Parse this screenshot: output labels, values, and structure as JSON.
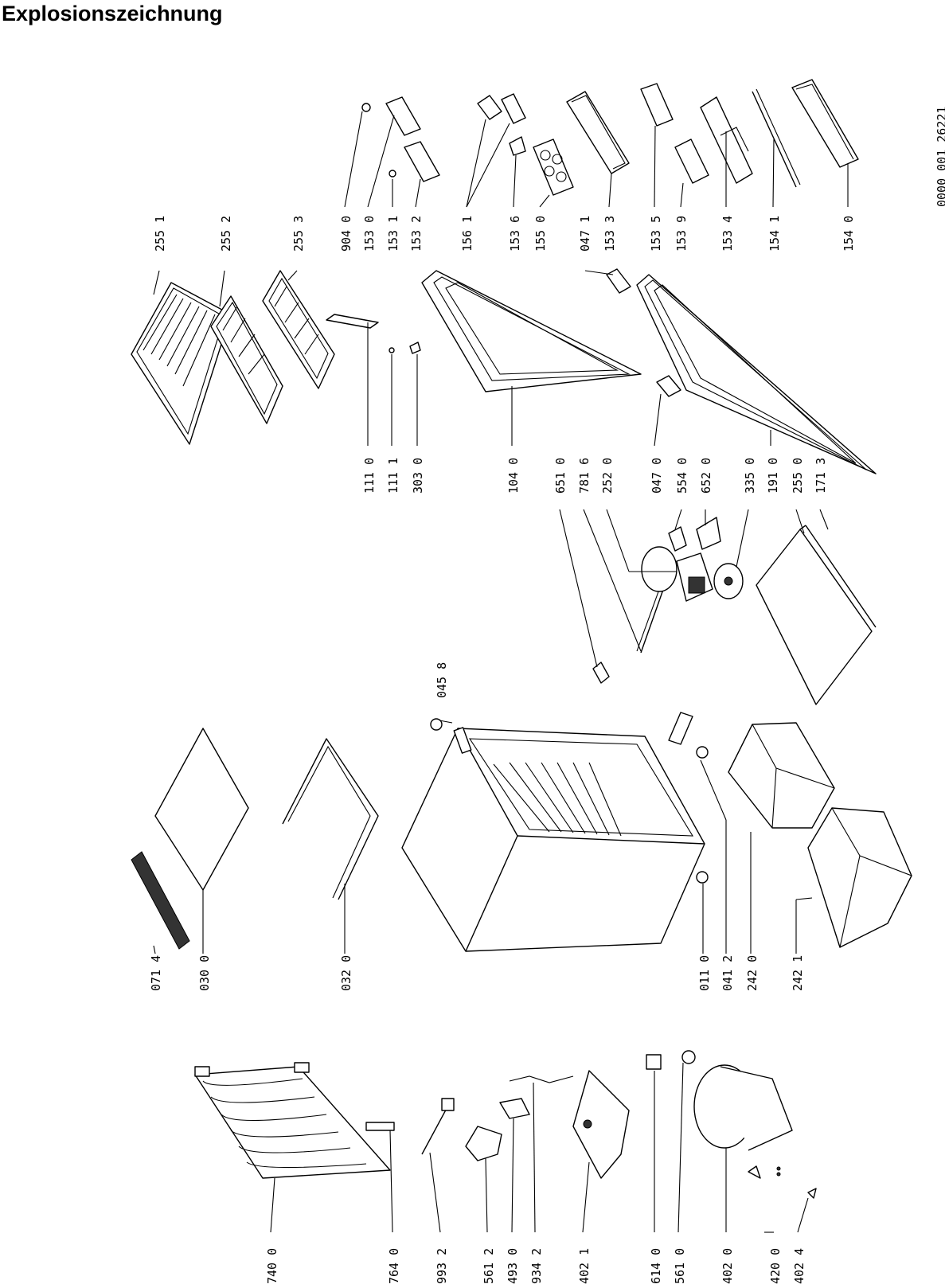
{
  "title": "Explosionszeichnung",
  "drawing_code": "0000 001 26221",
  "labels": {
    "p2551": "255 1",
    "p2552": "255 2",
    "p2553": "255 3",
    "p9040": "904 0",
    "p1530": "153 0",
    "p1531": "153 1",
    "p1532": "153 2",
    "p1561": "156 1",
    "p1536": "153 6",
    "p1550": "155 0",
    "p0471": "047 1",
    "p1533": "153 3",
    "p1535": "153 5",
    "p1539": "153 9",
    "p1534": "153 4",
    "p1541": "154 1",
    "p1540": "154 0",
    "p1110": "111 0",
    "p1111": "111 1",
    "p3030": "303 0",
    "p1040": "104 0",
    "p6510": "651 0",
    "p7816": "781 6",
    "p2520": "252 0",
    "p0470": "047 0",
    "p5540": "554 0",
    "p6520": "652 0",
    "p3350": "335 0",
    "p1910": "191 0",
    "p2550": "255 0",
    "p1713": "171 3",
    "p0458": "045 8",
    "p0714": "071 4",
    "p0300": "030 0",
    "p0320": "032 0",
    "p0110": "011 0",
    "p0412": "041 2",
    "p2420": "242 0",
    "p2421": "242 1",
    "p7400": "740 0",
    "p7640": "764 0",
    "p9932": "993 2",
    "p5612": "561 2",
    "p4930": "493 0",
    "p9342": "934 2",
    "p4021": "402 1",
    "p6140": "614 0",
    "p5610": "561 0",
    "p4020": "402 0",
    "p4200": "420 0",
    "p4024": "402 4"
  }
}
